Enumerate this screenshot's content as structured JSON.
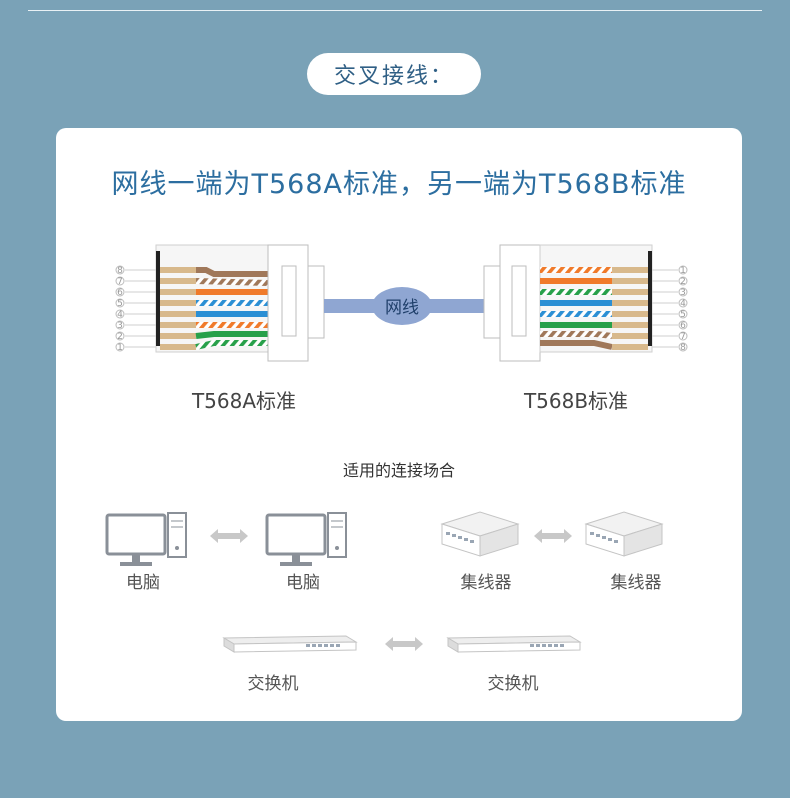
{
  "page": {
    "badge": "交叉接线：",
    "headline": "网线一端为T568A标准，另一端为T568B标准",
    "cable_label": "网线",
    "standard_a_label": "T568A标准",
    "standard_b_label": "T568B标准",
    "pin_numbers_left": [
      "8",
      "7",
      "6",
      "5",
      "4",
      "3",
      "2",
      "1"
    ],
    "pin_numbers_right": [
      "1",
      "2",
      "3",
      "4",
      "5",
      "6",
      "7",
      "8"
    ],
    "usage_title": "适用的连接场合",
    "devices": {
      "pc_left": "电脑",
      "pc_right": "电脑",
      "hub_left": "集线器",
      "hub_right": "集线器",
      "switch_left": "交换机",
      "switch_right": "交换机"
    }
  },
  "colors": {
    "background": "#7aa2b7",
    "headline": "#2c6ea0",
    "brown": "#a0785a",
    "orange": "#f07a2a",
    "green": "#27a04a",
    "blue": "#2b8fd4",
    "tan": "#d8b98c",
    "cable": "#8fa6d2"
  },
  "wiring": {
    "t568a_top_to_bottom": [
      "brown",
      "brown-white",
      "orange",
      "blue-white",
      "blue",
      "orange-white",
      "green",
      "green-white"
    ],
    "t568b_top_to_bottom": [
      "orange-white",
      "orange",
      "green-white",
      "blue",
      "blue-white",
      "green",
      "brown-white",
      "brown"
    ]
  },
  "icons": [
    "double-arrow-icon",
    "computer-icon",
    "hub-icon",
    "switch-icon"
  ]
}
